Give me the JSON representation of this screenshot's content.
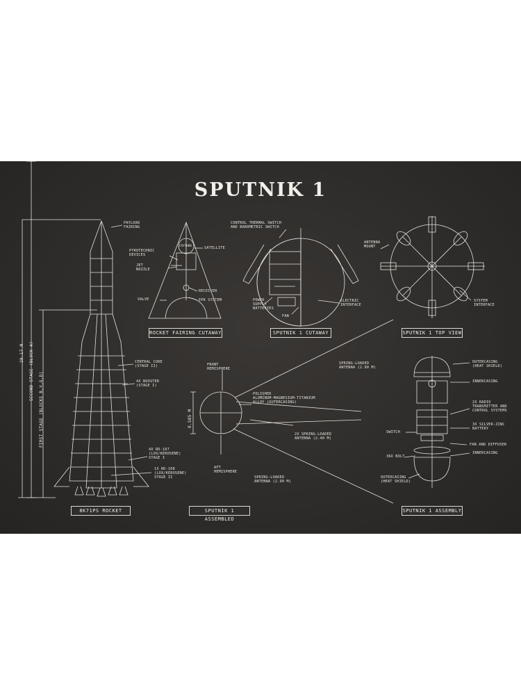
{
  "title": "SPUTNIK 1",
  "captions": {
    "rocket": "8K71PS ROCKET",
    "fairing": "ROCKET FAIRING CUTAWAY",
    "cutaway": "SPUTNIK 1 CUTAWAY",
    "top_view": "SPUTNIK 1 TOP VIEW",
    "assembled": "SPUTNIK 1 ASSEMBLED",
    "assembly": "SPUTNIK 1 ASSEMBLY"
  },
  "dimensions": {
    "total_height": "29.17 M",
    "second_stage": "SECOND STAGE (BLOCK A)",
    "first_stage": "FIRST STAGE (BLOCKS B,V,G,D)",
    "sphere_diameter": "0.585 M"
  },
  "rocket_labels": {
    "payload_fairing": "PAYLOAD\nFAIRING",
    "central_core": "CENTRAL CORE\n(STAGE II)",
    "booster": "4x BOOSTER\n(STAGE I)",
    "rd107": "4x RD-107\n(LOX/KEROSENE)\nSTAGE I",
    "rd108": "1x RD-108\n(LOX/KEROSENE)\nSTAGE II"
  },
  "fairing_labels": {
    "pyrotechnic": "PYROTECHNIC\nDEVICES",
    "jet_nozzle": "JET\nNOZZLE",
    "valve": "VALVE",
    "satellite": "SATELLITE",
    "receiver": "RECEIVER",
    "epk": "EPK SYSTEM",
    "badge": "СПУТНИК"
  },
  "cutaway_labels": {
    "control_thermal": "CONTROL THERMAL SWITCH\nAND BAROMETRIC SWITCH",
    "power_supply": "POWER\nSUPPLY\nBATTERIES",
    "fan": "FAN",
    "electric_interface": "ELECTRIC\nINTERFACE"
  },
  "top_view_labels": {
    "antenna_mount": "ANTENNA\nMOUNT",
    "system_interface": "SYSTEM\nINTERFACE"
  },
  "assembled_labels": {
    "front_hemisphere": "FRONT\nHEMISPHERE",
    "polished": "POLISHED\nALUMINUM-MAGNESIUM-TITANIUM\nALLOY (OUTERCASING)",
    "spring_290_top": "SPRING-LOADED\nANTENNA (2.90 M)",
    "spring_240": "2x SPRING-LOADED\nANTENNA (2.40 M)",
    "aft_hemisphere": "AFT\nHEMISPHERE",
    "spring_290_bottom": "SPRING-LOADED\nANTENNA (2.90 M)"
  },
  "assembly_labels": {
    "outercasing_top": "OUTERCASING\n(HEAT SHIELD)",
    "innercasing_top": "INNERCASING",
    "radio": "2x RADIO\nTRANSMITTER AND\nCONTROL SYSTEMS",
    "switch": "SWITCH",
    "battery": "3x SILVER-ZINC\nBATTERY",
    "fan_diffuser": "FAN AND DIFFUSER",
    "bolt": "36x BOLT",
    "innercasing_bottom": "INNERCASING",
    "outercasing_bottom": "OUTERCASING\n(HEAT SHIELD)"
  }
}
